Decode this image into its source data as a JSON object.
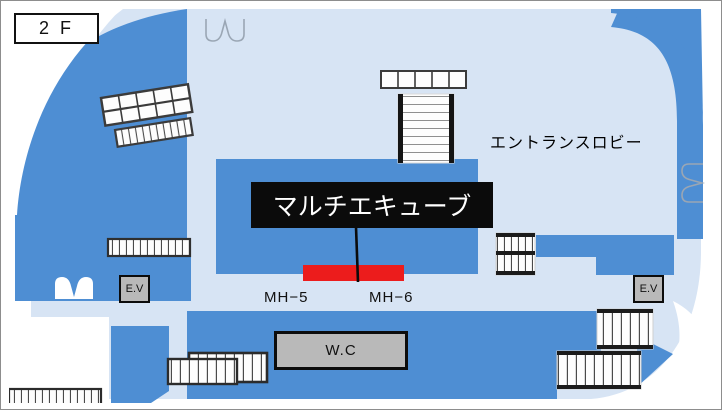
{
  "map": {
    "floor_badge": "2 F",
    "callout_label": "マルチエキューブ",
    "lobby_label": "エントランスロビー",
    "wc_label": "W.C",
    "ev_left_label": "E.V",
    "ev_right_label": "E.V",
    "mh5_label": "MH−5",
    "mh6_label": "MH−6"
  },
  "colors": {
    "floor_dark_blue": "#4e8ed3",
    "floor_light_blue": "#d7e4f4",
    "highlight_red": "#ec1c1c",
    "callout_background": "#0b0b0b",
    "callout_text": "#ffffff",
    "room_fill": "#b9b9b9",
    "outline": "#0c0c0c",
    "page_background": "#ffffff",
    "border": "#8d8d8d"
  }
}
